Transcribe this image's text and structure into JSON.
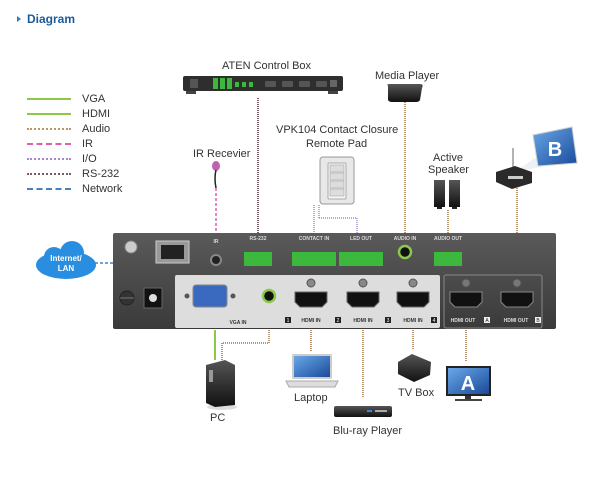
{
  "header": {
    "title": "Diagram"
  },
  "legend": [
    {
      "label": "VGA",
      "color": "#8cc84b",
      "style": "solid"
    },
    {
      "label": "HDMI",
      "color": "#8cc84b",
      "style": "solid"
    },
    {
      "label": "Audio",
      "color": "#b8956a",
      "style": "dotted"
    },
    {
      "label": "IR",
      "color": "#e060b0",
      "style": "dashed"
    },
    {
      "label": "I/O",
      "color": "#a888d0",
      "style": "dotted"
    },
    {
      "label": "RS-232",
      "color": "#7a5a6a",
      "style": "dotted"
    },
    {
      "label": "Network",
      "color": "#4a80c0",
      "style": "dashed"
    }
  ],
  "devices": {
    "control_box": "ATEN Control Box",
    "media_player": "Media Player",
    "remote_pad_line1": "VPK104 Contact Closure",
    "remote_pad_line2": "Remote Pad",
    "ir_receiver": "IR Recevier",
    "active_speaker_line1": "Active",
    "active_speaker_line2": "Speaker",
    "internet": "Internet/",
    "lan": "LAN",
    "pc": "PC",
    "laptop": "Laptop",
    "bluray": "Blu-ray Player",
    "tv_box": "TV Box",
    "display_a": "A",
    "projector_b": "B"
  },
  "ports": {
    "ir": "IR",
    "rs232": "RS-232",
    "contact_in": "CONTACT IN",
    "led_out": "LED OUT",
    "audio_in": "AUDIO IN",
    "audio_out": "AUDIO OUT",
    "vga_in": "VGA IN",
    "hdmi_in": "HDMI  IN",
    "hdmi_out": "HDMI OUT",
    "num1": "1",
    "num2": "2",
    "num3": "3",
    "num4": "4",
    "outA": "A",
    "outB": "B"
  },
  "colors": {
    "header": "#1d5a9a",
    "panel": "#4a4a4a",
    "terminal_green": "#3cb83c",
    "hdmi_line": "#8cc84b",
    "audio_line": "#b8956a",
    "network_line": "#4a80c0",
    "ir_line": "#e060b0",
    "io_line": "#a888d0",
    "rs232_line": "#7a5a6a"
  }
}
